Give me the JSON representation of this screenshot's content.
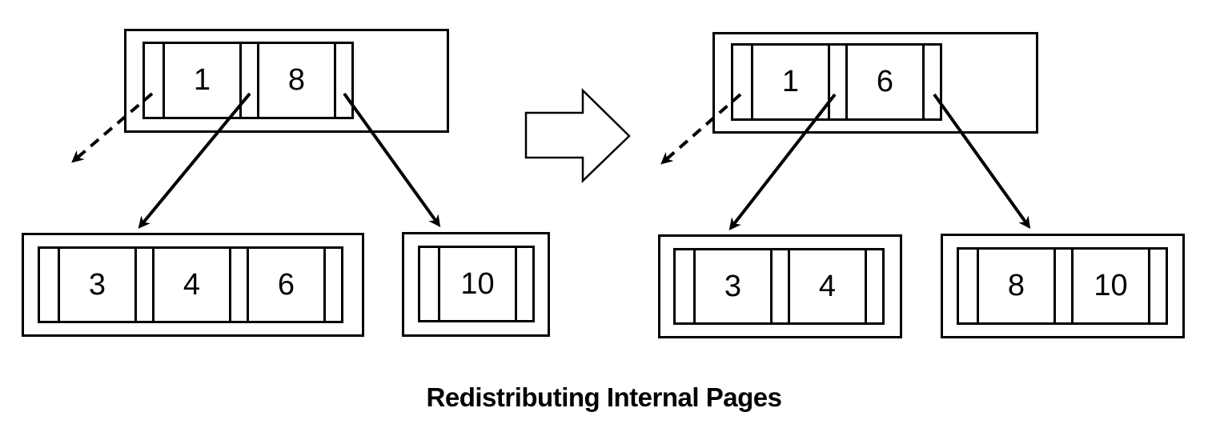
{
  "caption": "Redistributing Internal Pages",
  "colors": {
    "line": "#000000",
    "background": "#ffffff"
  },
  "icons": {
    "transform": "right-block-arrow",
    "leftmost_pointer": "dashed-diagonal-arrow",
    "child_pointer": "solid-diagonal-arrow"
  },
  "trees": {
    "before": {
      "root": {
        "keys": [
          "1",
          "8"
        ]
      },
      "leftChild": {
        "keys": [
          "3",
          "4",
          "6"
        ]
      },
      "rightChild": {
        "keys": [
          "10"
        ]
      }
    },
    "after": {
      "root": {
        "keys": [
          "1",
          "6"
        ]
      },
      "leftChild": {
        "keys": [
          "3",
          "4"
        ]
      },
      "rightChild": {
        "keys": [
          "8",
          "10"
        ]
      }
    }
  }
}
